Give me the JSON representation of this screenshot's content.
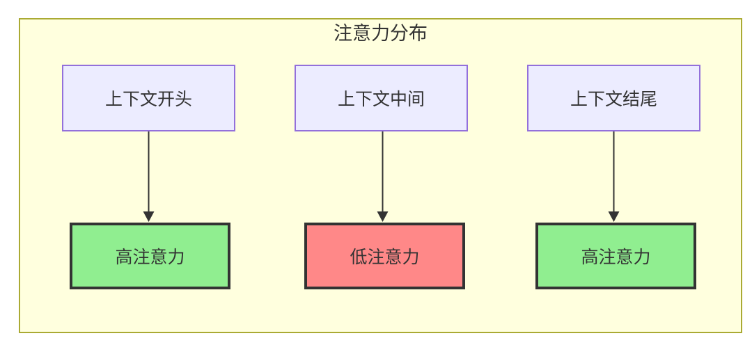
{
  "diagram": {
    "title": "注意力分布",
    "top_nodes": [
      {
        "label": "上下文开头"
      },
      {
        "label": "上下文中间"
      },
      {
        "label": "上下文结尾"
      }
    ],
    "bottom_nodes": [
      {
        "label": "高注意力",
        "status": "high"
      },
      {
        "label": "低注意力",
        "status": "low"
      },
      {
        "label": "高注意力",
        "status": "high"
      }
    ],
    "edges": [
      {
        "from": "上下文开头",
        "to": "高注意力"
      },
      {
        "from": "上下文中间",
        "to": "低注意力"
      },
      {
        "from": "上下文结尾",
        "to": "高注意力"
      }
    ],
    "colors": {
      "container-fill": "#FFFFDE",
      "container-border": "#AAAA33",
      "context-node-fill": "#ECECFF",
      "context-node-border": "#9370DB",
      "high-attention-fill": "#90EE90",
      "low-attention-fill": "#FF8888",
      "dark-border": "#333333",
      "arrow": "#333333",
      "text": "#333333"
    }
  }
}
